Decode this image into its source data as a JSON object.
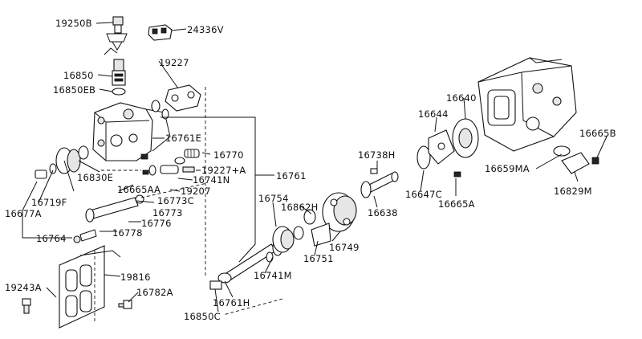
{
  "labels": {
    "p19250B": "19250B",
    "p24336V": "24336V",
    "p19227": "19227",
    "p16850": "16850",
    "p16850EB": "16850EB",
    "p16761E": "16761E",
    "p16770": "16770",
    "p19227A": "19227+A",
    "p16761": "16761",
    "p16741N": "16741N",
    "p19207": "19207",
    "p16830E": "16830E",
    "p16665AA": "16665AA",
    "p16773C": "16773C",
    "p16719F": "16719F",
    "p16773": "16773",
    "p16677A": "16677A",
    "p16776": "16776",
    "p16778": "16778",
    "p16764": "16764",
    "p19816": "19816",
    "p19243A": "19243A",
    "p16782A": "16782A",
    "p16754": "16754",
    "p16862H": "16862H",
    "p16741M": "16741M",
    "p16761H": "16761H",
    "p16850C": "16850C",
    "p16751": "16751",
    "p16749": "16749",
    "p16738H": "16738H",
    "p16638": "16638",
    "p16647C": "16647C",
    "p16665A": "16665A",
    "p16644": "16644",
    "p16640": "16640",
    "p16665B": "16665B",
    "p16659MA": "16659MA",
    "p16829M": "16829M"
  }
}
